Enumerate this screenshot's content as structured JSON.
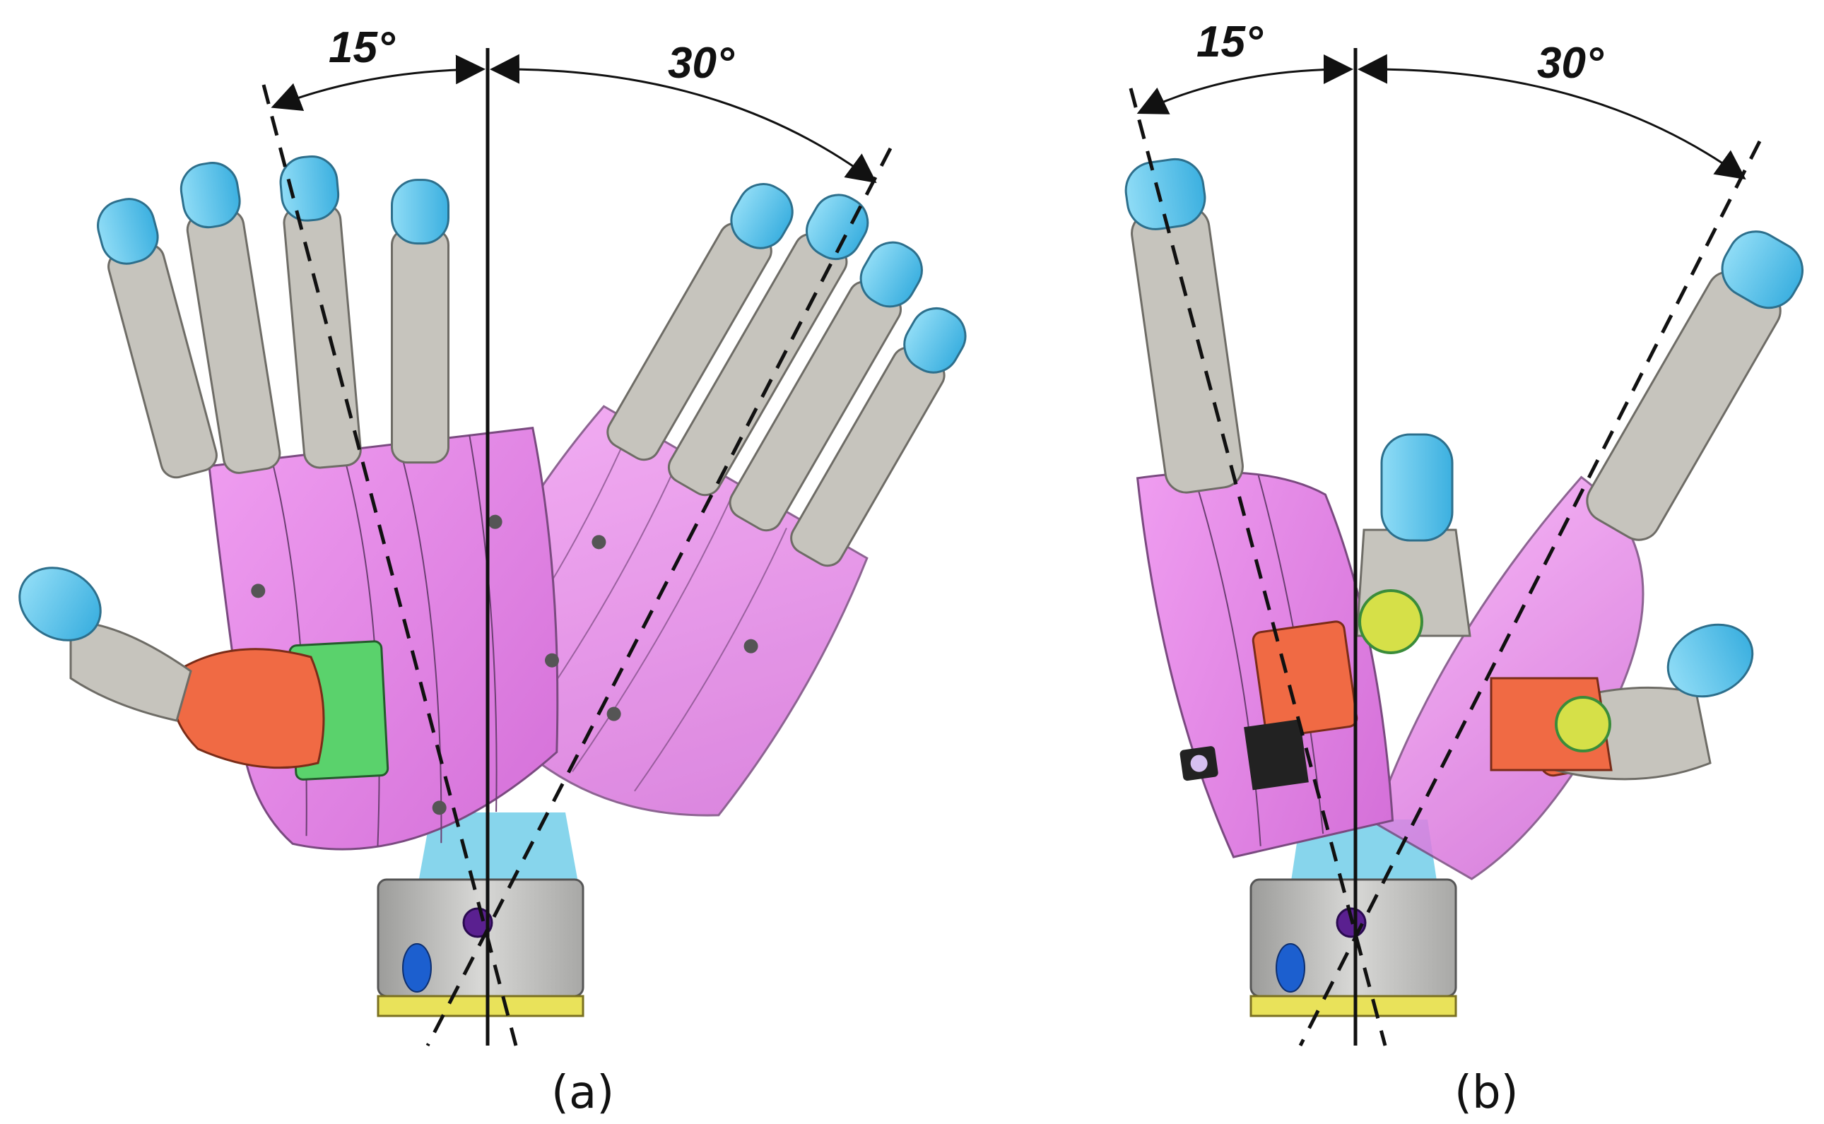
{
  "panels": [
    {
      "caption": "(a)",
      "angle_left": "15°",
      "angle_right": "30°"
    },
    {
      "caption": "(b)",
      "angle_left": "15°",
      "angle_right": "30°"
    }
  ],
  "colors": {
    "palm": "#e586e6",
    "palm_dark": "#c862cc",
    "finger_grey": "#c6c4bd",
    "fingertip_blue": "#58c4ec",
    "thumb_red": "#f06a44",
    "board_green": "#5ad26c",
    "wrist_grey": "#c2c2c0",
    "wrist_base_yellow": "#e9e25a",
    "button_blue": "#1c5fcf",
    "pivot_purple": "#5a2090",
    "wrist_cyan": "#7ad0ea",
    "line": "#111111"
  },
  "icons": [
    "robotic-hand-front-view",
    "robotic-hand-side-view",
    "rotation-arc-arrow"
  ]
}
